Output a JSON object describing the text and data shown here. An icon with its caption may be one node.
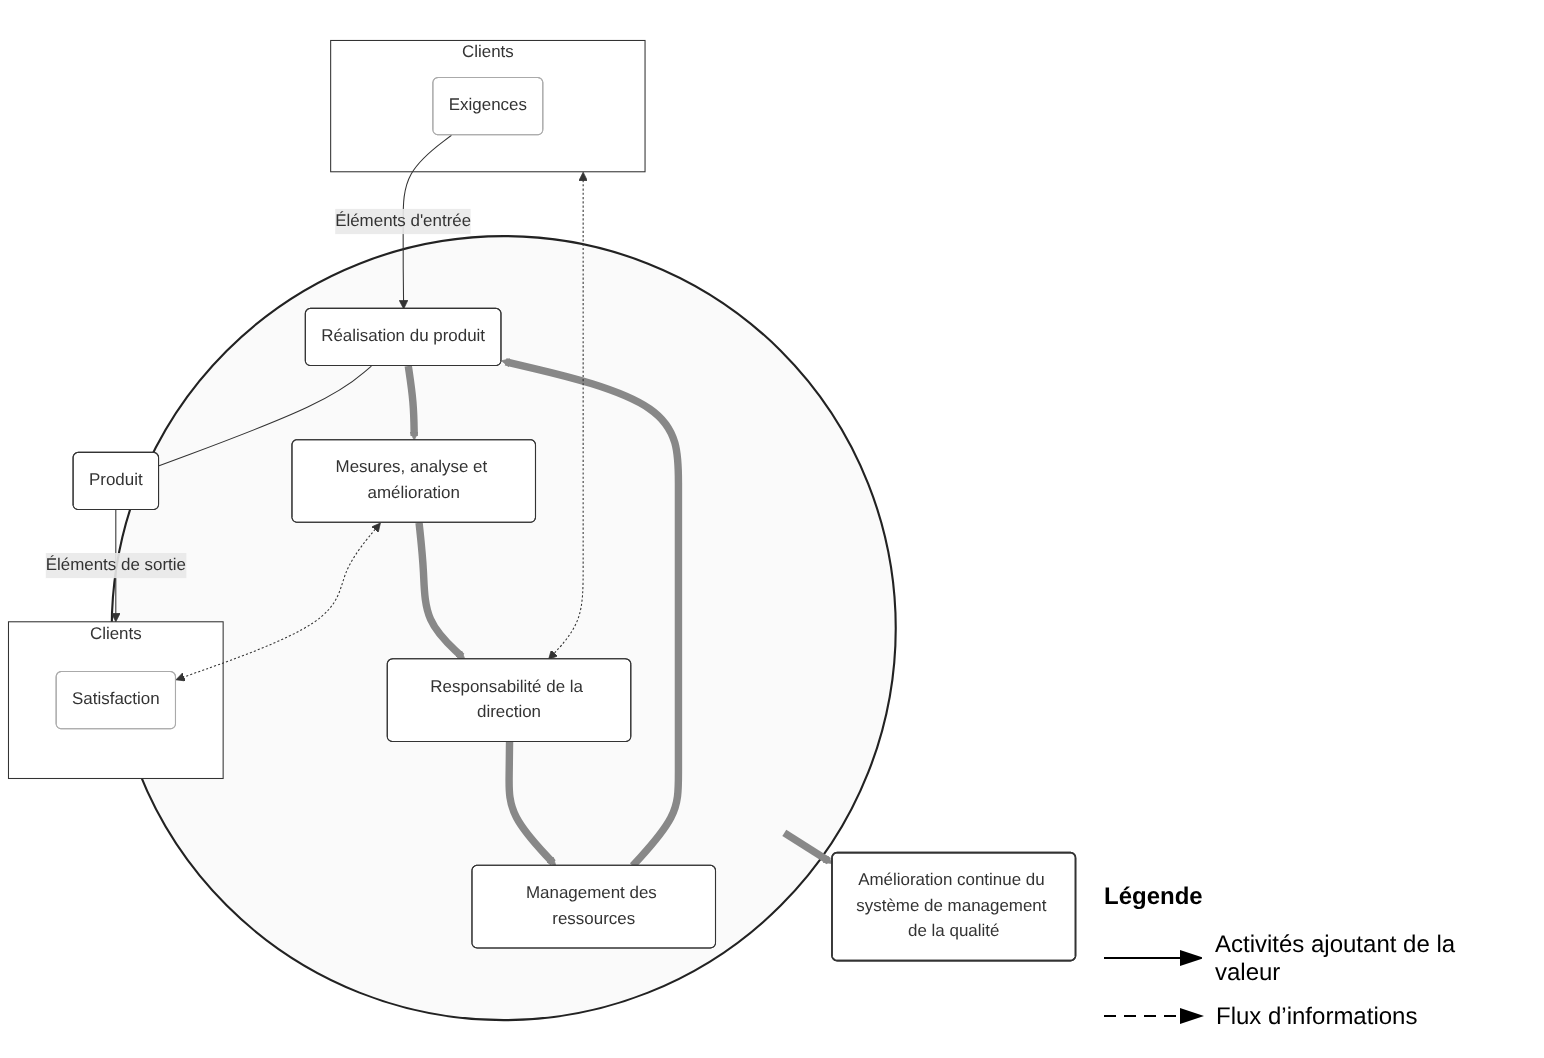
{
  "diagram": {
    "nodes": [
      {
        "text": [
          "Amélioration continue du système de management de la qualité"
        ]
      },
      {
        "text": [
          "Clients"
        ]
      },
      {
        "text": [
          "Exigences"
        ],
        "in": 1
      },
      {
        "text": [],
        "shape": "circle"
      },
      {
        "text": [
          "Responsabilité de la direction"
        ],
        "in": 3
      },
      {
        "text": [
          "Management des ressources"
        ],
        "in": 3
      },
      {
        "text": [
          "Mesures, analyse et amélioration"
        ],
        "in": 3
      },
      {
        "text": [
          "Réalisation du produit"
        ],
        "in": 3
      },
      {
        "text": [
          "Produit"
        ]
      },
      {
        "text": [
          "Clients"
        ]
      },
      {
        "text": [
          "Satisfaction"
        ],
        "in": 9
      }
    ],
    "edges": [
      {
        "from": 1,
        "to": 4,
        "arrow": "both",
        "style": "dashed"
      },
      {
        "from": 4,
        "to": 5,
        "arrow": "to",
        "style": "thick"
      },
      {
        "from": 5,
        "to": 7,
        "arrow": "to",
        "style": "thick"
      },
      {
        "from": 7,
        "to": 6,
        "arrow": "to",
        "style": "thick"
      },
      {
        "from": 6,
        "to": 4,
        "arrow": "to",
        "style": "thick"
      },
      {
        "from": 3,
        "to": 0,
        "arrow": "to",
        "style": "thick"
      },
      {
        "from": 2,
        "to": 7,
        "arrow": "to",
        "label": "Éléments d'entrée"
      },
      {
        "from": 7,
        "to": 8,
        "arrow": "none"
      },
      {
        "from": 8,
        "to": 9,
        "arrow": "to",
        "label": "Éléments de sortie"
      },
      {
        "from": 6,
        "to": 10,
        "arrow": "both",
        "style": "dashed"
      }
    ],
    "labels": [
      "Légende"
    ],
    "legend": [
      {
        "text": "Activités ajoutant de la valeur"
      },
      {
        "text": "Flux d’informations"
      }
    ]
  }
}
